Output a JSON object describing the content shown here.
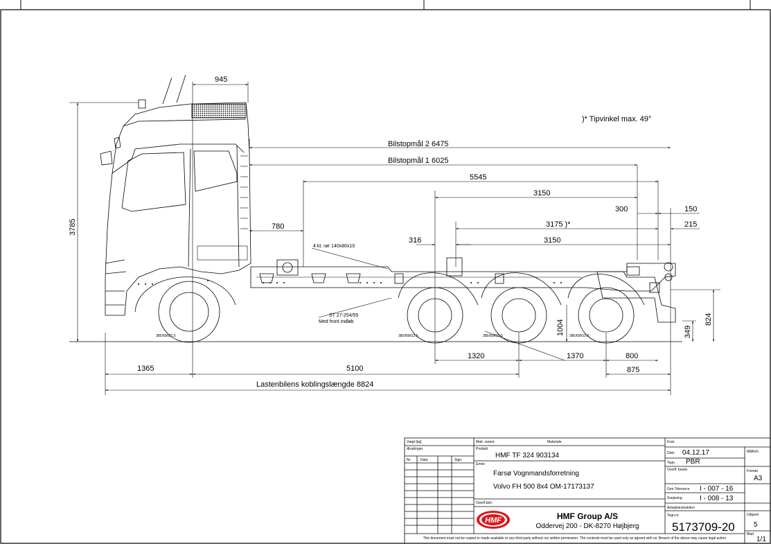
{
  "drawing": {
    "note": ")* Tipvinkel max. 49°",
    "tube_label": "4 kt. rør 140x80x10",
    "st_label_1": "ST 27-254/55",
    "st_label_2": "Med front indløb",
    "tyre_label": "385/65R22.5",
    "dims": {
      "cab_width": "945",
      "height_total": "3785",
      "bilstop2": "Bilstopmål 2 6475",
      "bilstop1": "Bilstopmål 1 6025",
      "d5545": "5545",
      "d3150a": "3150",
      "d300": "300",
      "d150": "150",
      "d780": "780",
      "d3175": "3175 )*",
      "d215": "215",
      "d316": "316",
      "d3150b": "3150",
      "d824": "824",
      "d349": "349",
      "d1004": "1004",
      "d1320": "1320",
      "d1370": "1370",
      "d800": "800",
      "d875": "875",
      "d1365": "1365",
      "d5100": "5100",
      "coupling_length": "Lastenbilens koblingslængde 8824"
    }
  },
  "title_block": {
    "weight_label": "Vægt [kg]",
    "changes_label": "Ændringer",
    "nr_label": "Nr.",
    "date_col_label": "Dato",
    "sign_label": "Sign.",
    "material_no_label": "Matr. varenr.",
    "material_label": "Materiale",
    "product_label": "Produkt",
    "product": "HMF TF 324 903134",
    "subject_label": "Emne",
    "subject_line1": "Farsø Vognmandsforretning",
    "subject_line2": "Volvo FH 500 8x4 OM-17173137",
    "surface_label": "Overfl.beh.",
    "kval_label": "Kval.",
    "date_label": "Dato",
    "date": "04.12.17",
    "scale_label": "Målforh.",
    "drawn_label": "Tegn.",
    "drawn": "PBR",
    "surface_work_label": "Overfl. bearb.",
    "format_label": "Format",
    "format": "A3",
    "gen_tol_label": "Gen.Tolerance",
    "gen_tol": "I - 007 - 16",
    "welding_label": "Svejsning",
    "welding": "I - 008 - 13",
    "work_instr_label": "Arbejdsinstruktion",
    "drawing_no_label": "Tegn.nr.",
    "drawing_no": "5173709-20",
    "edition_label": "Udgave",
    "edition": "5",
    "sheet_label": "Blad",
    "sheet": "1/1",
    "logo_text": "HMF",
    "company": "HMF Group A/S",
    "address": "Oddervej 200 - DK-8270 Højbjerg",
    "disclaimer": "This document must not be copied or made available to any third party without our written permission.  The contents must be used only as agreed with us.  Breach of the above may cause legal action."
  }
}
